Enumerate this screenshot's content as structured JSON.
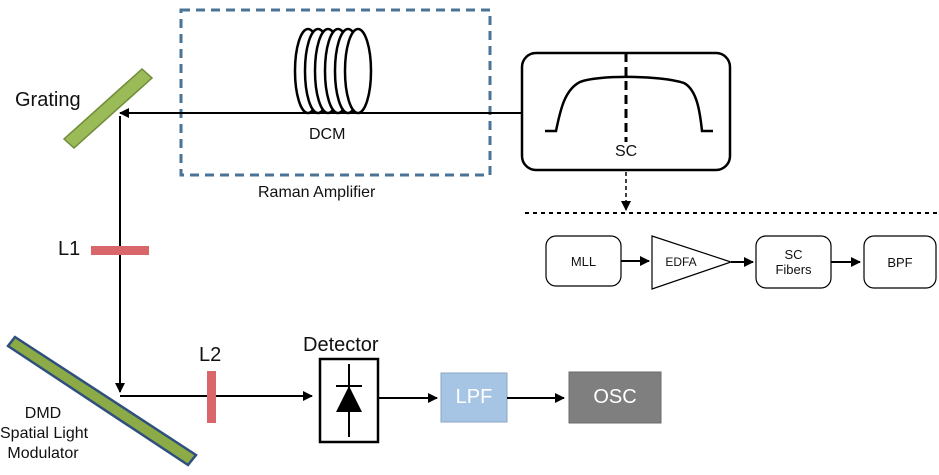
{
  "labels": {
    "grating": "Grating",
    "dcm": "DCM",
    "raman_amplifier": "Raman Amplifier",
    "sc": "SC",
    "l1": "L1",
    "l2": "L2",
    "detector": "Detector",
    "dmd_line1": "DMD",
    "dmd_line2": "Spatial Light",
    "dmd_line3": "Modulator"
  },
  "sc_chain": {
    "mll": "MLL",
    "edfa": "EDFA",
    "sc_fibers_line1": "SC",
    "sc_fibers_line2": "Fibers",
    "bpf": "BPF"
  },
  "output_chain": {
    "lpf": "LPF",
    "osc": "OSC"
  },
  "colors": {
    "grating_fill": "#9bbb59",
    "grating_edge": "#6f8c3a",
    "dmd_fill": "#8caa45",
    "dmd_edge": "#2f4f7f",
    "lens": "#d9666a",
    "raman_border": "#4a7396",
    "lpf_fill": "#a6c4e3",
    "osc_fill": "#7f7f7f"
  }
}
